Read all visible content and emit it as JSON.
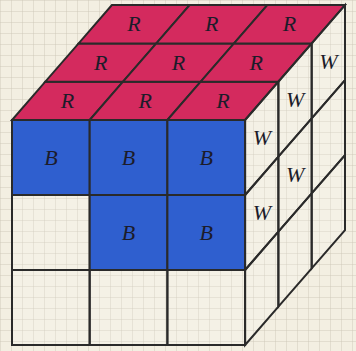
{
  "diagram": {
    "labels": [
      "R",
      "R",
      "R",
      "R",
      "R",
      "R",
      "R",
      "R",
      "R",
      "B",
      "B",
      "B",
      "B",
      "B",
      "W",
      "W",
      "W",
      "W",
      "W"
    ]
  }
}
